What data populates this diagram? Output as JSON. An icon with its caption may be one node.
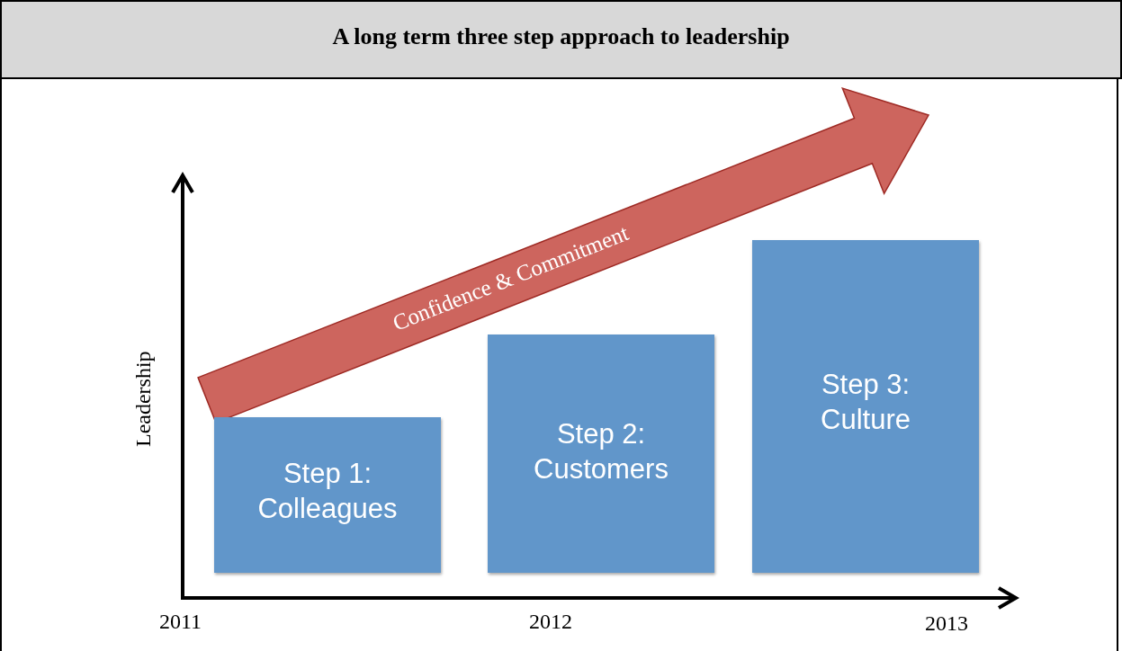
{
  "diagram": {
    "title": "A long term three step approach to leadership",
    "nodes": [
      {
        "text": [
          "Confidence & Commitment"
        ]
      },
      {
        "text": [
          "Step 1: Colleagues"
        ]
      },
      {
        "text": [
          "Step 2: Customers"
        ]
      },
      {
        "text": [
          "Step 3: Culture"
        ]
      }
    ],
    "labels": [
      "Leadership",
      "2011",
      "2012",
      "2013"
    ]
  }
}
